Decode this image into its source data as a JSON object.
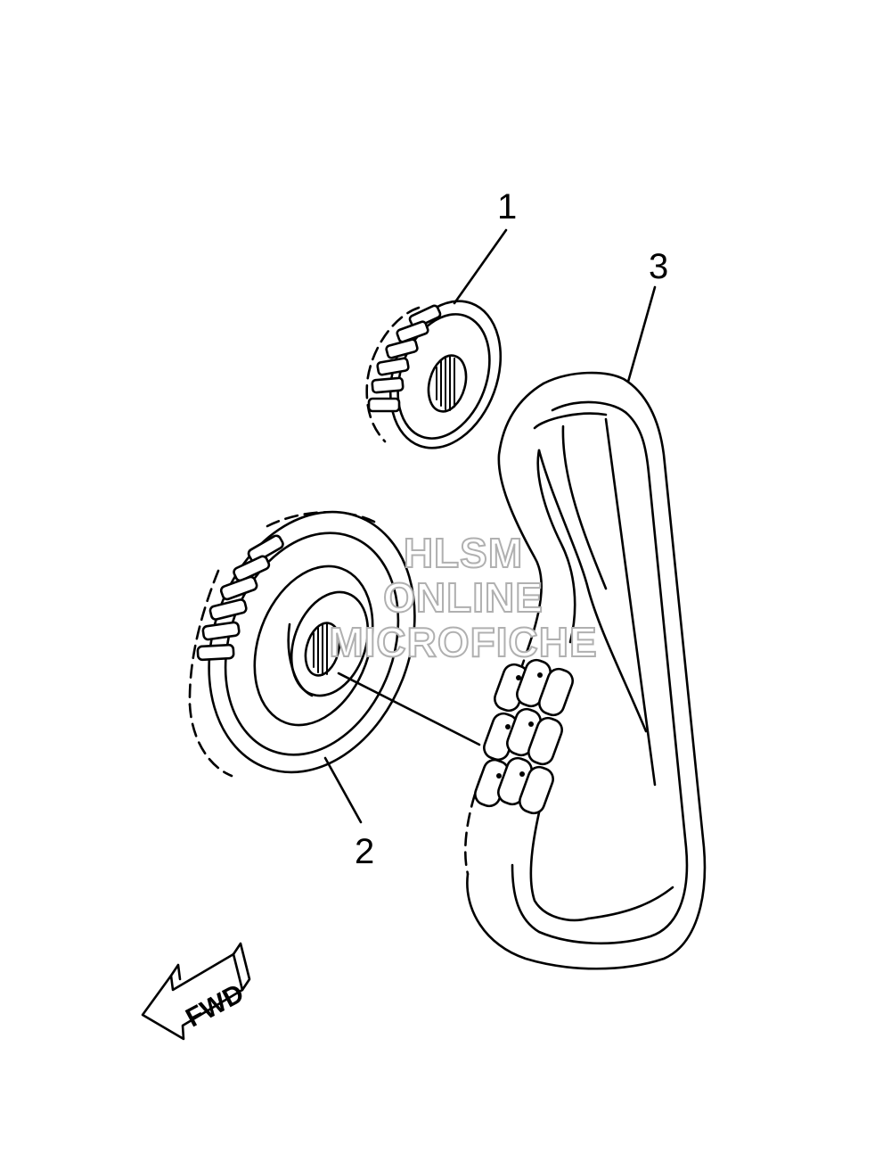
{
  "callouts": {
    "part_1": "1",
    "part_2": "2",
    "part_3": "3"
  },
  "watermark": {
    "line1": "HLSM",
    "line2": "ONLINE",
    "line3": "MICROFICHE"
  },
  "direction_arrow": {
    "label": "FWD"
  }
}
